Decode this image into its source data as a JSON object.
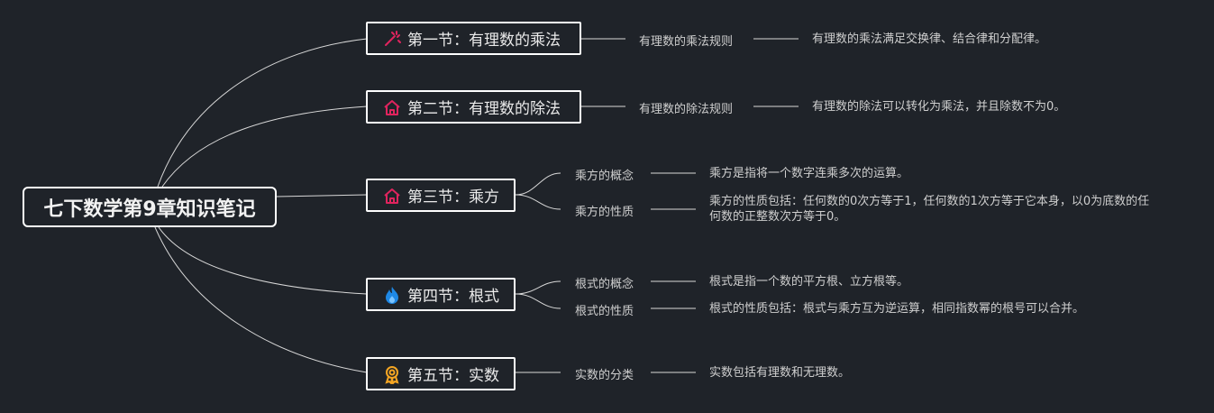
{
  "root": {
    "title": "七下数学第9章知识笔记"
  },
  "sections": [
    {
      "title": "第一节：有理数的乘法",
      "icon": "wand-icon",
      "icon_color": "#e0245e",
      "items": [
        {
          "label": "有理数的乘法规则",
          "desc": "有理数的乘法满足交换律、结合律和分配律。"
        }
      ]
    },
    {
      "title": "第二节：有理数的除法",
      "icon": "home-icon",
      "icon_color": "#e0245e",
      "items": [
        {
          "label": "有理数的除法规则",
          "desc": "有理数的除法可以转化为乘法，并且除数不为0。"
        }
      ]
    },
    {
      "title": "第三节：乘方",
      "icon": "home-icon",
      "icon_color": "#e0245e",
      "items": [
        {
          "label": "乘方的概念",
          "desc": "乘方是指将一个数字连乘多次的运算。"
        },
        {
          "label": "乘方的性质",
          "desc": "乘方的性质包括：任何数的0次方等于1，任何数的1次方等于它本身，以0为底数的任何数的正整数次方等于0。"
        }
      ]
    },
    {
      "title": "第四节：根式",
      "icon": "flame-icon",
      "icon_color": "#1e88e5",
      "items": [
        {
          "label": "根式的概念",
          "desc": "根式是指一个数的平方根、立方根等。"
        },
        {
          "label": "根式的性质",
          "desc": "根式的性质包括：根式与乘方互为逆运算，相同指数幂的根号可以合并。"
        }
      ]
    },
    {
      "title": "第五节：实数",
      "icon": "award-icon",
      "icon_color": "#f5a623",
      "items": [
        {
          "label": "实数的分类",
          "desc": "实数包括有理数和无理数。"
        }
      ]
    }
  ]
}
